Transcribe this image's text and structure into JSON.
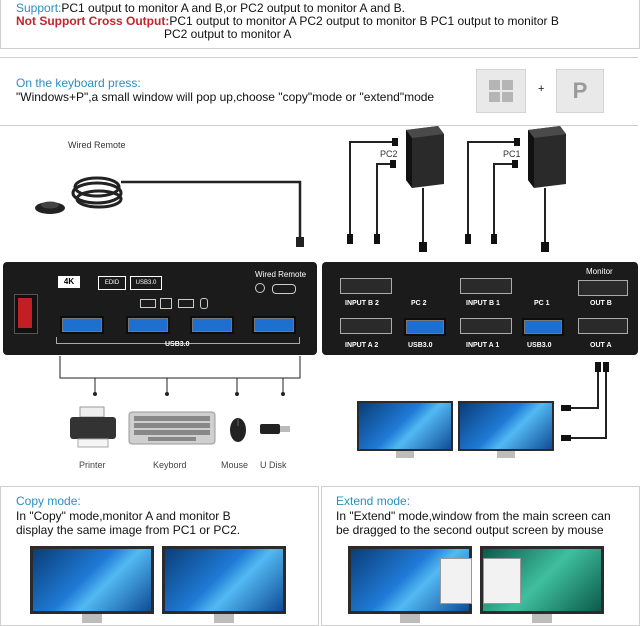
{
  "support": {
    "label": "Support:",
    "text": "PC1 output to monitor A and B,or PC2 output to monitor A and B.",
    "not_label": "Not Support Cross Output:",
    "not_text_1": "PC1 output to monitor A    PC2 output to monitor B    PC1 output to monitor B",
    "not_text_2": "PC2 output to monitor A"
  },
  "keyboard": {
    "title": "On the keyboard press:",
    "text": "\"Windows+P\",a small window will pop up,choose \"copy\"mode or \"extend\"mode",
    "plus": "+",
    "key_p": "P"
  },
  "remote": {
    "label": "Wired Remote"
  },
  "device": {
    "badge_4k": "4K",
    "badge_edid": "EDID",
    "badge_usb": "USB3.0",
    "wired_remote": "Wired Remote",
    "usb_label_left": "USB3.0",
    "input_b2": "INPUT B 2",
    "input_a2": "INPUT A 2",
    "pc2": "PC 2",
    "usb_pc2": "USB3.0",
    "input_b1": "INPUT B 1",
    "input_a1": "INPUT A 1",
    "pc1": "PC 1",
    "usb_pc1": "USB3.0",
    "monitor": "Monitor",
    "out_b": "OUT B",
    "out_a": "OUT A"
  },
  "pcs": {
    "pc2": "PC2",
    "pc1": "PC1"
  },
  "peripherals": [
    "Printer",
    "Keybord",
    "Mouse",
    "U Disk"
  ],
  "copy_mode": {
    "title": "Copy mode:",
    "line1": "In \"Copy\" mode,monitor A and monitor B",
    "line2": "display the same image from PC1 or PC2."
  },
  "extend_mode": {
    "title": "Extend mode:",
    "line1": "In \"Extend\" mode,window from the main screen can",
    "line2": "be dragged to the second output screen by mouse"
  },
  "colors": {
    "accent": "#2a8fc0",
    "warning": "#c0262b",
    "usb_blue": "#1f6fd0"
  }
}
